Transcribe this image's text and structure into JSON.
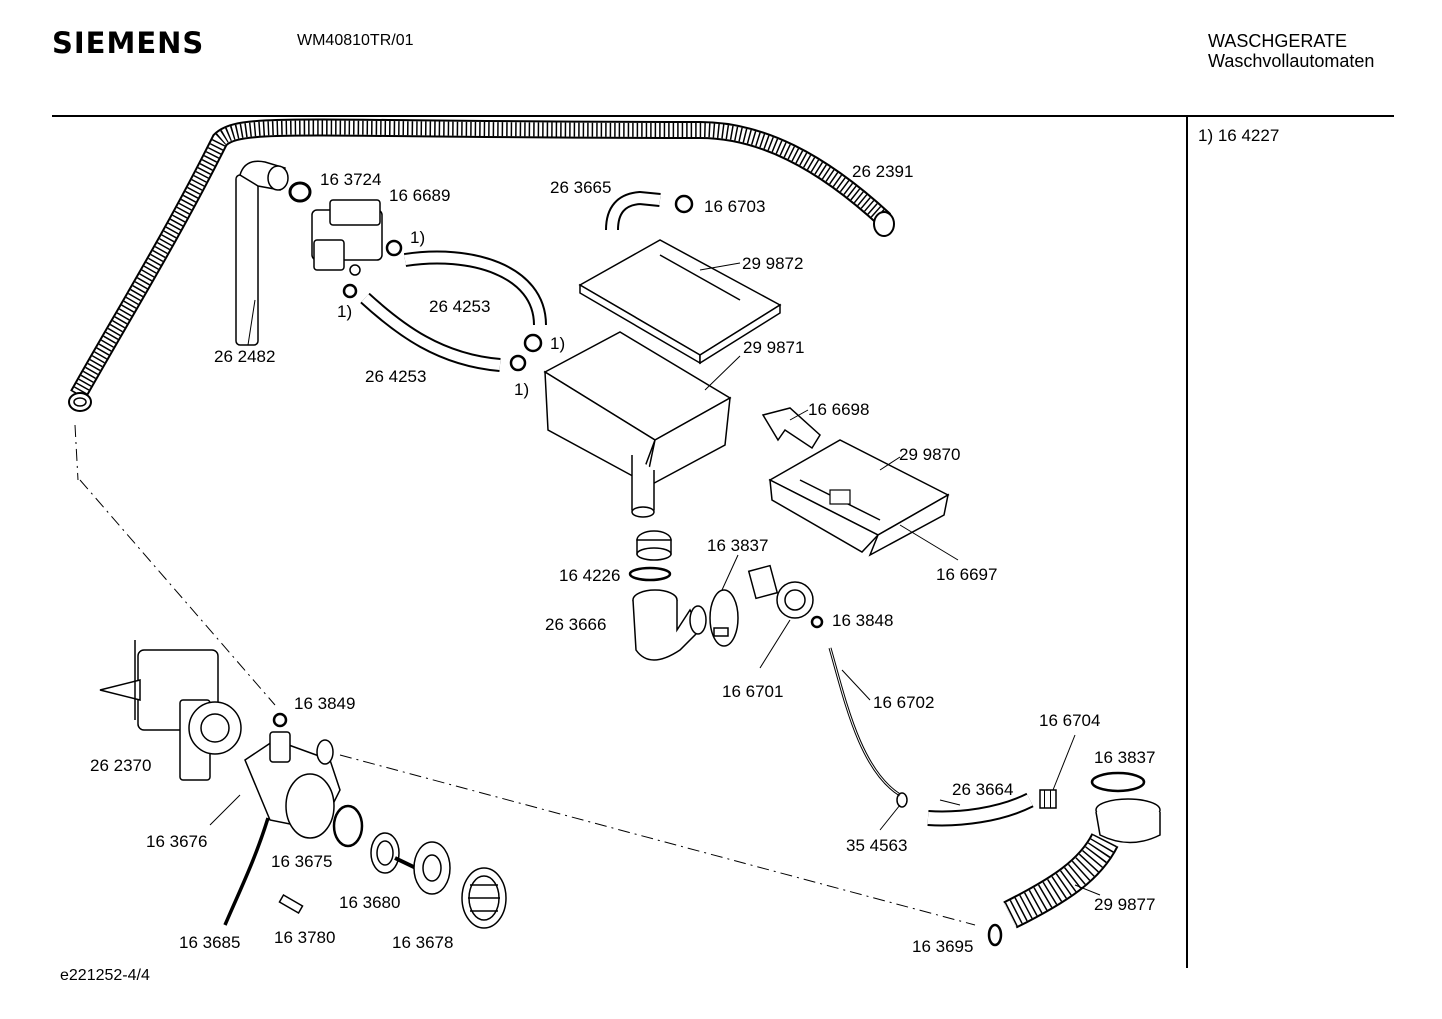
{
  "header": {
    "brand": "SIEMENS",
    "model": "WM40810TR/01",
    "category_line1": "WASCHGERATE",
    "category_line2": "Waschvollautomaten"
  },
  "footnote": "1)  16 4227",
  "footer": {
    "doc_id": "e221252-4/4"
  },
  "part_labels": [
    "16 3724",
    "16 6689",
    "1)",
    "26 3665",
    "16 6703",
    "26 2391",
    "29 9872",
    "1)",
    "26 4253",
    "1)",
    "26 2482",
    "26 4253",
    "1)",
    "29 9871",
    "16 6698",
    "29 9870",
    "16 3837",
    "16 4226",
    "16 6697",
    "26 3666",
    "16 3848",
    "16 6701",
    "16 3849",
    "16 6702",
    "16 6704",
    "16 3837",
    "26 2370",
    "26 3664",
    "16 3676",
    "35 4563",
    "16 3675",
    "16 3680",
    "29 9877",
    "16 3685",
    "16 3780",
    "16 3678",
    "16 3695"
  ]
}
